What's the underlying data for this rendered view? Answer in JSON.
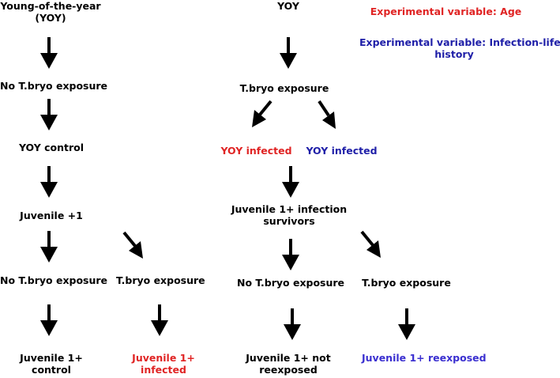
{
  "colors": {
    "text": "#000000",
    "age": "#e02424",
    "infection": "#1f1fa8",
    "reexposed": "#3a2fd0"
  },
  "legend": {
    "age": "Experimental variable: Age",
    "infection_line1": "Experimental variable: Infection-life",
    "infection_line2": "history"
  },
  "left": {
    "yoy_line1": "Young-of-the-year",
    "yoy_line2": "(YOY)",
    "no_exposure_1": "No T.bryo exposure",
    "yoy_control": "YOY control",
    "juvenile": "Juvenile +1",
    "no_exposure_2": "No T.bryo exposure",
    "exposure": "T.bryo exposure",
    "control_line1": "Juvenile 1+",
    "control_line2": "control",
    "infected_line1": "Juvenile 1+",
    "infected_line2": "infected"
  },
  "right": {
    "yoy": "YOY",
    "exposure_1": "T.bryo exposure",
    "yoy_infected_age": "YOY infected",
    "yoy_infected_infection": "YOY infected",
    "survivors_line1": "Juvenile 1+ infection",
    "survivors_line2": "survivors",
    "no_exposure": "No T.bryo exposure",
    "exposure_2": "T.bryo exposure",
    "not_reexposed_line1": "Juvenile 1+ not",
    "not_reexposed_line2": "reexposed",
    "reexposed": "Juvenile 1+ reexposed"
  }
}
